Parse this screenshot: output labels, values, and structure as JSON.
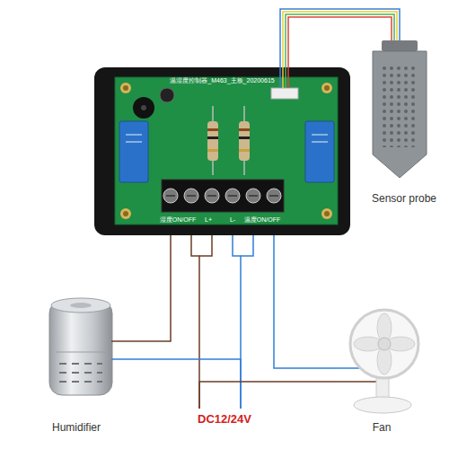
{
  "diagram": {
    "nodes": [
      {
        "text": [
          "温湿度控制器_M463_主板_20200615"
        ]
      },
      {
        "text": [
          "Sensor probe"
        ]
      },
      {
        "text": [
          "Humidifier"
        ]
      },
      {
        "text": [
          "Fan"
        ]
      },
      {
        "text": [
          "DC12/24V"
        ]
      }
    ],
    "edges": [
      {
        "from": 1,
        "to": 0,
        "arrow": "none"
      },
      {
        "from": 2,
        "to": 0,
        "arrow": "none"
      },
      {
        "from": 3,
        "to": 0,
        "arrow": "none"
      },
      {
        "from": 4,
        "to": 0,
        "arrow": "none"
      },
      {
        "from": 4,
        "to": 0,
        "arrow": "none"
      },
      {
        "from": 2,
        "to": 4,
        "arrow": "none"
      },
      {
        "from": 4,
        "to": 3,
        "arrow": "none"
      }
    ],
    "labels": [
      "湿度ON/OFF",
      "L+",
      "L-",
      "温度ON/OFF"
    ]
  }
}
